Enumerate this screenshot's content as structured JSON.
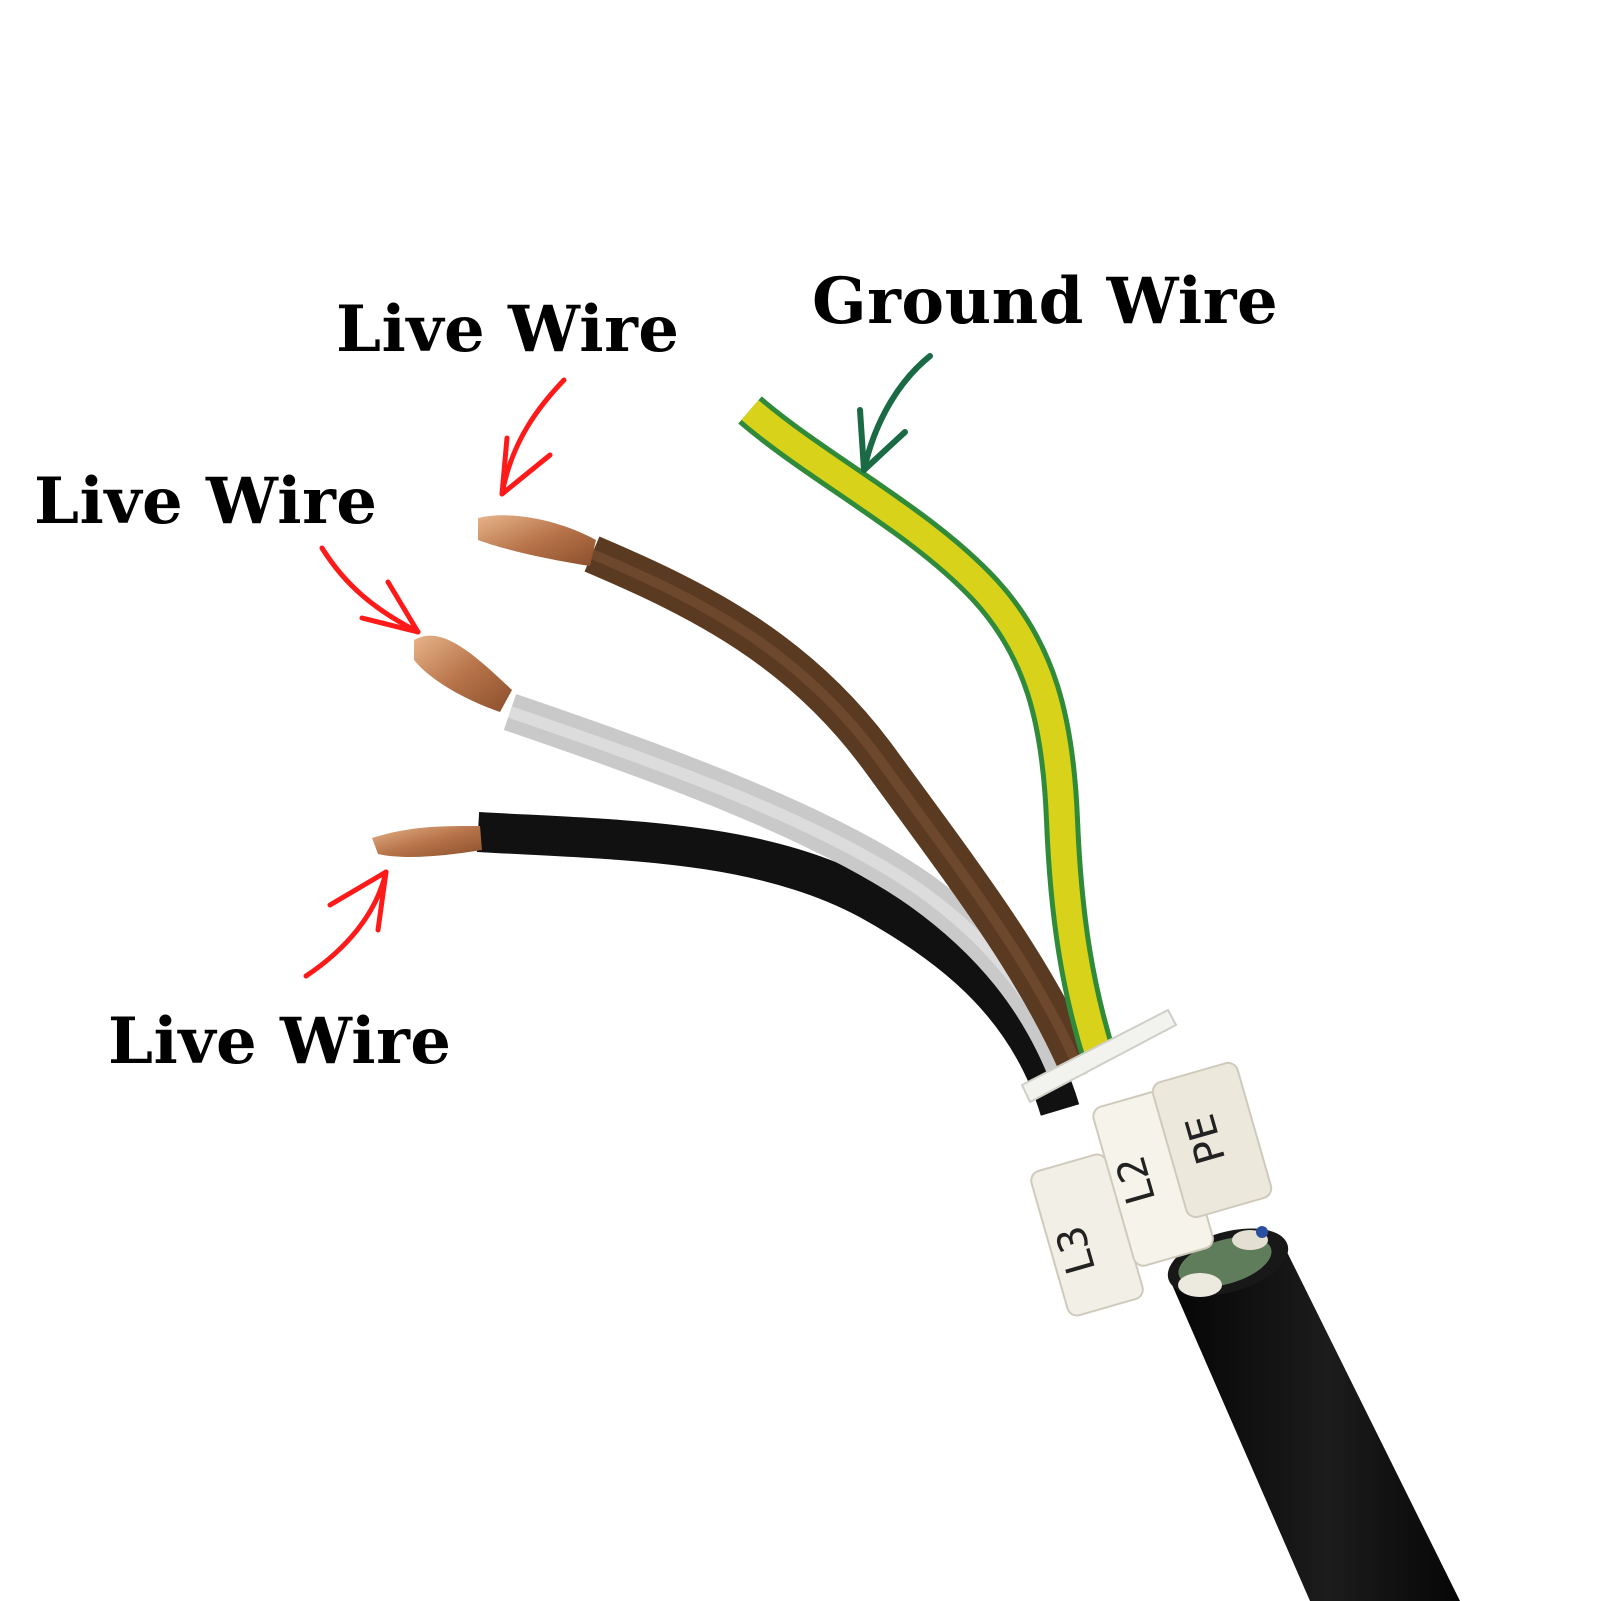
{
  "labels": {
    "ground": "Ground Wire",
    "live_top": "Live Wire",
    "live_middle": "Live Wire",
    "live_bottom": "Live Wire"
  },
  "tags": {
    "l2": "L2",
    "pe": "PE",
    "partial": "L3"
  },
  "colors": {
    "ground_arrow": "#1a6b45",
    "live_arrows": "#ff1a1a",
    "sheath": "#0f0f0f",
    "brown_wire": "#5b3a22",
    "grey_wire": "#c9c9c9",
    "black_wire": "#111111",
    "yellow_green_wire": "#d8d21a",
    "copper": "#c98a5a"
  }
}
